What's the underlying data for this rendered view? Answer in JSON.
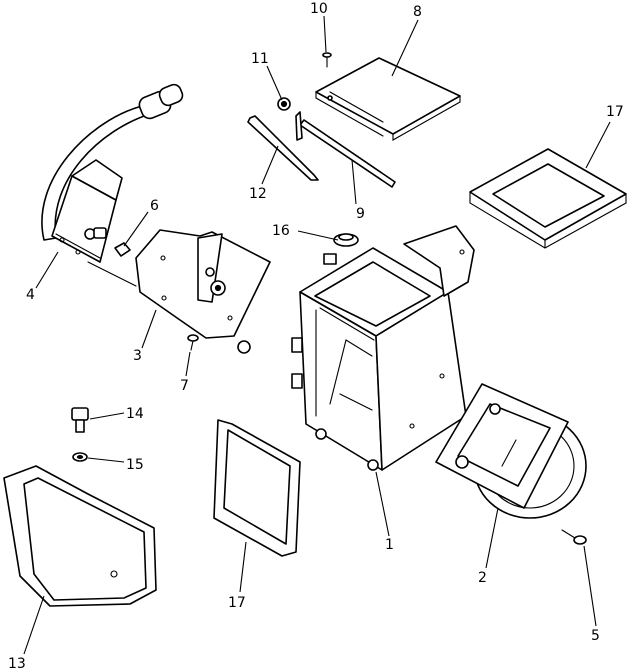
{
  "callouts": {
    "c1": "1",
    "c2": "2",
    "c3": "3",
    "c4": "4",
    "c5": "5",
    "c6": "6",
    "c7": "7",
    "c8": "8",
    "c9": "9",
    "c10": "10",
    "c11": "11",
    "c12": "12",
    "c13": "13",
    "c14": "14",
    "c15": "15",
    "c16": "16",
    "c17a": "17",
    "c17b": "17"
  },
  "colors": {
    "line": "#000000",
    "background": "#ffffff"
  }
}
